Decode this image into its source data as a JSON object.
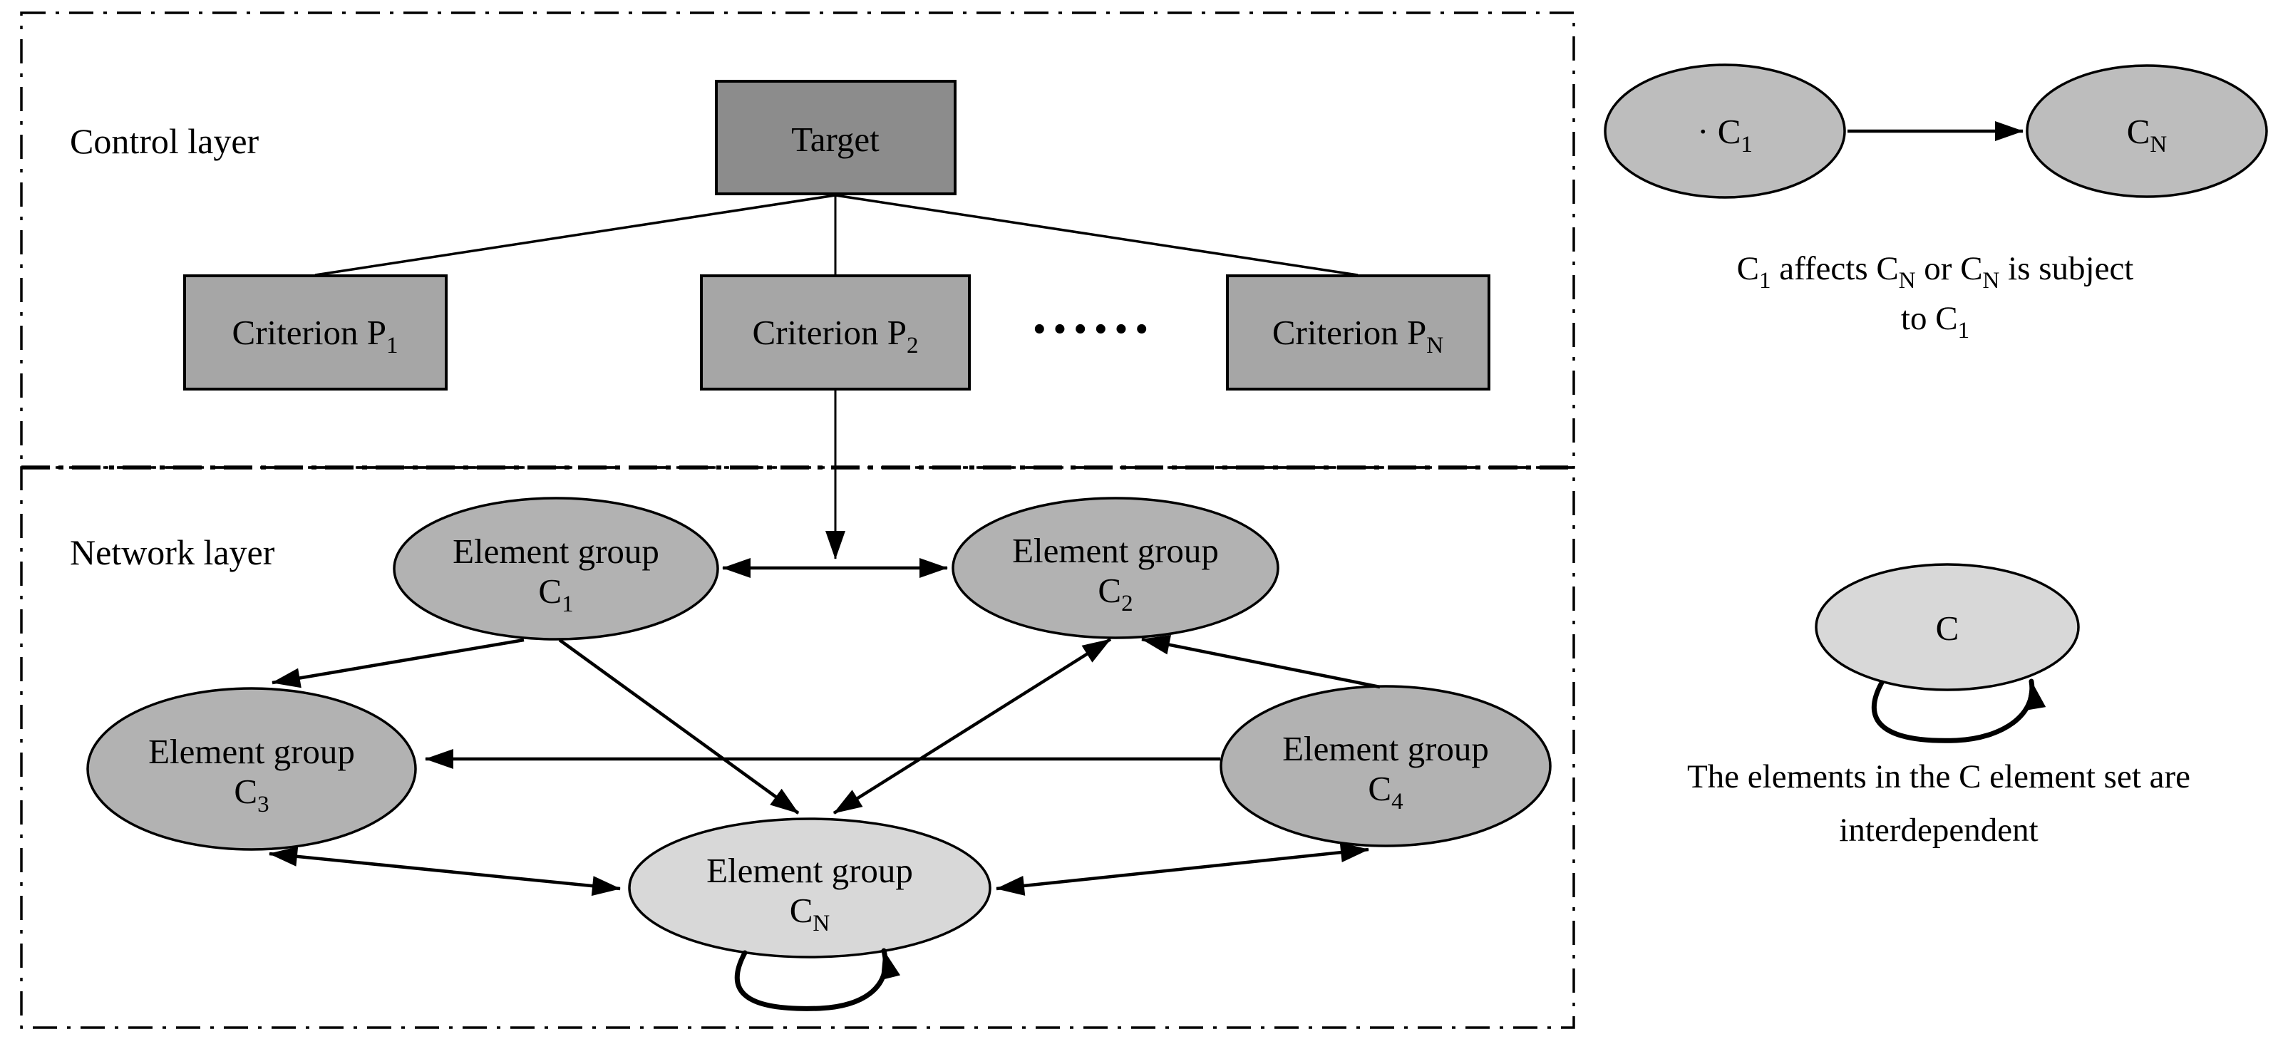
{
  "colors": {
    "page_bg": "#ffffff",
    "stroke": "#000000",
    "target_fill": "#8c8c8c",
    "criterion_fill": "#a6a6a6",
    "group_fill": "#b2b2b2",
    "group_light_fill": "#d8d8d8",
    "legend_node_fill": "#bdbdbd",
    "legend_c_fill": "#d8d8d8"
  },
  "control_layer": {
    "label": "Control layer",
    "target_label": "Target",
    "criteria": [
      {
        "prefix": "Criterion P",
        "sub": "1"
      },
      {
        "prefix": "Criterion P",
        "sub": "2"
      },
      {
        "prefix": "Criterion P",
        "sub": "N"
      }
    ],
    "ellipsis": "······"
  },
  "network_layer": {
    "label": "Network layer",
    "groups": [
      {
        "line1": "Element group",
        "prefix": "C",
        "sub": "1"
      },
      {
        "line1": "Element group",
        "prefix": "C",
        "sub": "2"
      },
      {
        "line1": "Element group",
        "prefix": "C",
        "sub": "3"
      },
      {
        "line1": "Element group",
        "prefix": "C",
        "sub": "4"
      },
      {
        "line1": "Element group",
        "prefix": "C",
        "sub": "N"
      }
    ]
  },
  "legend": {
    "affects": {
      "node_a": {
        "prefix": "· C",
        "sub": "1"
      },
      "node_b": {
        "prefix": "C",
        "sub": "N"
      },
      "caption1": [
        "C",
        "1",
        " affects C",
        "N",
        " or C",
        "N",
        " is subject"
      ],
      "caption2": [
        "to C",
        "1"
      ]
    },
    "interdependent": {
      "node": "C",
      "caption1": "The elements in the C element set are",
      "caption2": "interdependent"
    }
  }
}
